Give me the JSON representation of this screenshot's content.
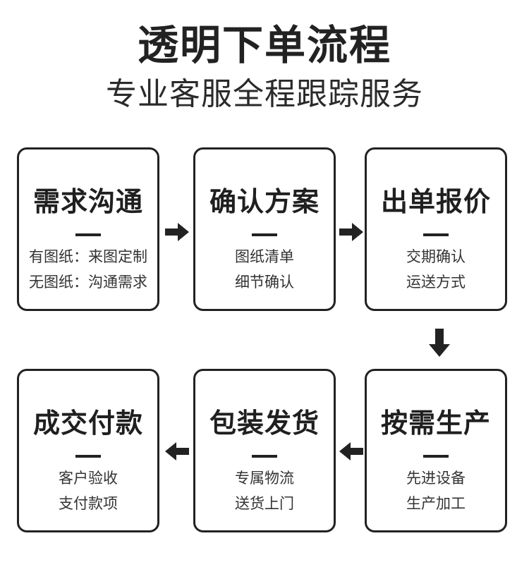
{
  "header": {
    "title": "透明下单流程",
    "subtitle": "专业客服全程跟踪服务"
  },
  "steps": [
    {
      "title": "需求沟通",
      "lines": [
        "有图纸：来图定制",
        "无图纸：沟通需求"
      ]
    },
    {
      "title": "确认方案",
      "lines": [
        "图纸清单",
        "细节确认"
      ]
    },
    {
      "title": "出单报价",
      "lines": [
        "交期确认",
        "运送方式"
      ]
    },
    {
      "title": "按需生产",
      "lines": [
        "先进设备",
        "生产加工"
      ]
    },
    {
      "title": "包装发货",
      "lines": [
        "专属物流",
        "送货上门"
      ]
    },
    {
      "title": "成交付款",
      "lines": [
        "客户验收",
        "支付款项"
      ]
    }
  ],
  "colors": {
    "border": "#222222",
    "arrow": "#222222",
    "text": "#2a2a2a"
  },
  "icons": {
    "arrow_right": "arrow-right-icon",
    "arrow_down": "arrow-down-icon",
    "arrow_left": "arrow-left-icon"
  }
}
